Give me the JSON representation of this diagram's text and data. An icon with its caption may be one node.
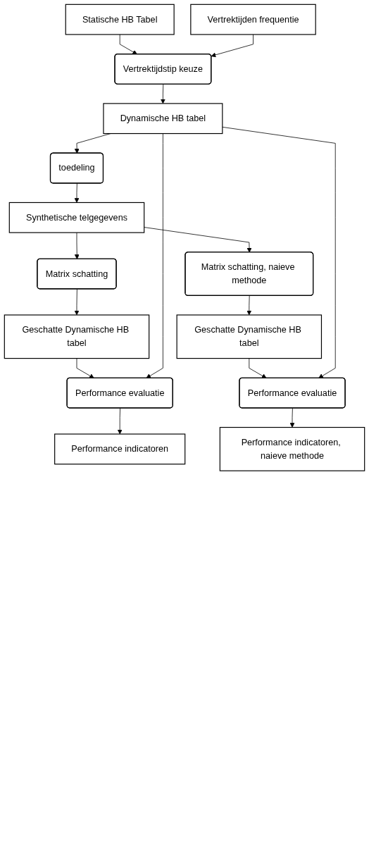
{
  "diagram": {
    "nodes": [
      {
        "text": [
          "Statische HB Tabel"
        ]
      },
      {
        "text": [
          "Vertrektijden frequentie"
        ]
      },
      {
        "text": [
          "Vertrektijdstip keuze"
        ]
      },
      {
        "text": [
          "Dynamische HB tabel"
        ]
      },
      {
        "text": [
          "toedeling"
        ]
      },
      {
        "text": [
          "Synthetische telgegevens"
        ]
      },
      {
        "text": [
          "Matrix schatting"
        ]
      },
      {
        "text": [
          "Matrix schatting, naieve methode"
        ]
      },
      {
        "text": [
          "Geschatte Dynamische HB tabel"
        ]
      },
      {
        "text": [
          "Geschatte Dynamische HB tabel"
        ]
      },
      {
        "text": [
          "Performance evaluatie"
        ]
      },
      {
        "text": [
          "Performance evaluatie"
        ]
      },
      {
        "text": [
          "Performance indicatoren"
        ]
      },
      {
        "text": [
          "Performance indicatoren, naieve methode"
        ]
      }
    ],
    "edges": [
      {
        "from": 0,
        "to": 2,
        "arrow": "to"
      },
      {
        "from": 1,
        "to": 2,
        "arrow": "to"
      },
      {
        "from": 2,
        "to": 3,
        "arrow": "to"
      },
      {
        "from": 3,
        "to": 4,
        "arrow": "to"
      },
      {
        "from": 4,
        "to": 5,
        "arrow": "to"
      },
      {
        "from": 5,
        "to": 6,
        "arrow": "to"
      },
      {
        "from": 5,
        "to": 7,
        "arrow": "to"
      },
      {
        "from": 6,
        "to": 8,
        "arrow": "to"
      },
      {
        "from": 7,
        "to": 9,
        "arrow": "to"
      },
      {
        "from": 8,
        "to": 10,
        "arrow": "to"
      },
      {
        "from": 9,
        "to": 11,
        "arrow": "to"
      },
      {
        "from": 3,
        "to": 10,
        "arrow": "to"
      },
      {
        "from": 3,
        "to": 11,
        "arrow": "to"
      },
      {
        "from": 10,
        "to": 12,
        "arrow": "to"
      },
      {
        "from": 11,
        "to": 13,
        "arrow": "to"
      }
    ]
  }
}
